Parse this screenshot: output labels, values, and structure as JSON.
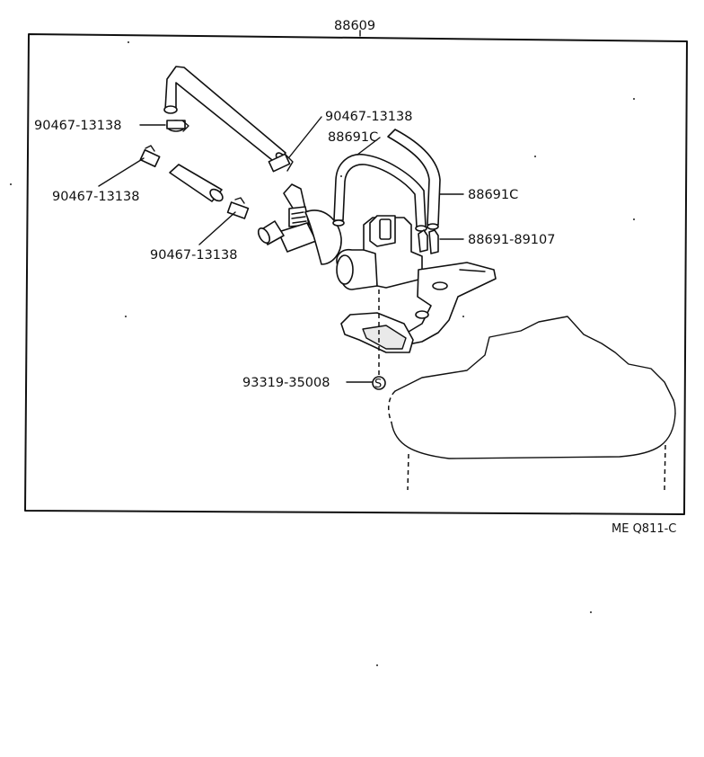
{
  "diagram": {
    "assembly_number": "88609",
    "footer_code": "ME Q811-C",
    "callouts": {
      "clamp_top_left": "90467-13138",
      "clamp_upper_right": "90467-13138",
      "clamp_mid_left": "90467-13138",
      "clamp_lower": "90467-13138",
      "hose_upper": "88691C",
      "hose_right": "88691C",
      "vsv": "88691-89107",
      "bolt": "93319-35008"
    },
    "bolt_marker": "S"
  }
}
